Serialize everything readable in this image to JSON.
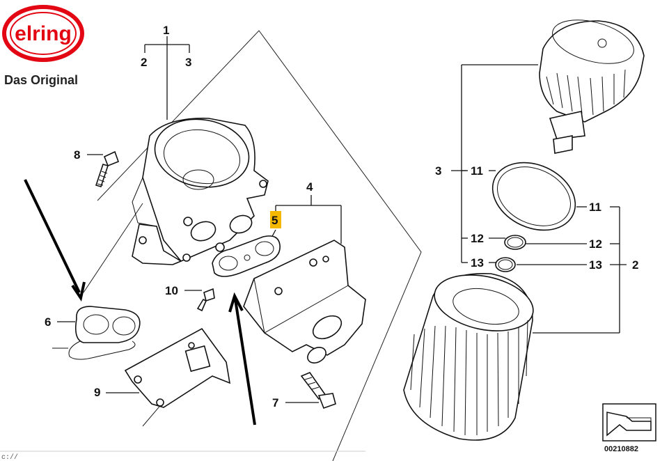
{
  "brand": {
    "name": "elring",
    "tagline": "Das Original",
    "color": "#e30613"
  },
  "callouts": {
    "c1": "1",
    "c2a": "2",
    "c3a": "3",
    "c4": "4",
    "c5": "5",
    "c6": "6",
    "c7": "7",
    "c8": "8",
    "c9": "9",
    "c10": "10",
    "c3b": "3",
    "c11a": "11",
    "c11b": "11",
    "c12a": "12",
    "c12b": "12",
    "c13a": "13",
    "c13b": "13",
    "c2b": "2"
  },
  "highlight": {
    "callout": "5",
    "color": "#f5b800"
  },
  "reference_number": "00210882",
  "corner_path": "c://",
  "icons": [
    "arrow-overlay-icon",
    "view-direction-icon"
  ]
}
